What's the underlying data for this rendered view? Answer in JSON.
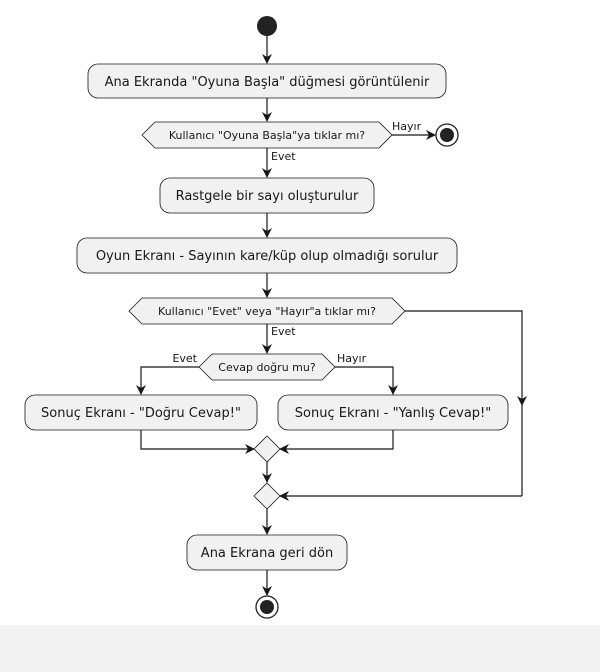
{
  "diagram": {
    "activities": {
      "show_start_button": "Ana Ekranda \"Oyuna Başla\" düğmesi görüntülenir",
      "generate_number": "Rastgele bir sayı oluşturulur",
      "ask_square_cube": "Oyun Ekranı - Sayının kare/küp olup olmadığı sorulur",
      "result_correct": "Sonuç Ekranı - \"Doğru Cevap!\"",
      "result_wrong": "Sonuç Ekranı - \"Yanlış Cevap!\"",
      "back_to_main": "Ana Ekrana geri dön"
    },
    "decisions": {
      "start_clicked": "Kullanıcı \"Oyuna Başla\"ya tıklar mı?",
      "answer_clicked": "Kullanıcı \"Evet\" veya \"Hayır\"a tıklar mı?",
      "answer_correct": "Cevap doğru mu?"
    },
    "labels": {
      "start_no": "Hayır",
      "start_yes": "Evet",
      "answer_yes": "Evet",
      "correct_yes": "Evet",
      "correct_no": "Hayır"
    },
    "colors": {
      "node_fill": "#f1f1f1",
      "node_stroke": "#181818",
      "line": "#181818"
    }
  }
}
